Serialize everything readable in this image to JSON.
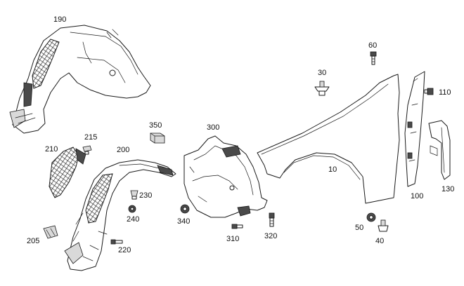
{
  "callouts": [
    {
      "key": "p190",
      "text": "190"
    },
    {
      "key": "p60",
      "text": "60"
    },
    {
      "key": "p30",
      "text": "30"
    },
    {
      "key": "p110",
      "text": "110"
    },
    {
      "key": "p350",
      "text": "350"
    },
    {
      "key": "p300",
      "text": "300"
    },
    {
      "key": "p215",
      "text": "215"
    },
    {
      "key": "p210",
      "text": "210"
    },
    {
      "key": "p200",
      "text": "200"
    },
    {
      "key": "p230",
      "text": "230"
    },
    {
      "key": "p240",
      "text": "240"
    },
    {
      "key": "p340",
      "text": "340"
    },
    {
      "key": "p10",
      "text": "10"
    },
    {
      "key": "p100",
      "text": "100"
    },
    {
      "key": "p130",
      "text": "130"
    },
    {
      "key": "p205",
      "text": "205"
    },
    {
      "key": "p220",
      "text": "220"
    },
    {
      "key": "p310",
      "text": "310"
    },
    {
      "key": "p320",
      "text": "320"
    },
    {
      "key": "p50",
      "text": "50"
    },
    {
      "key": "p40",
      "text": "40"
    }
  ]
}
